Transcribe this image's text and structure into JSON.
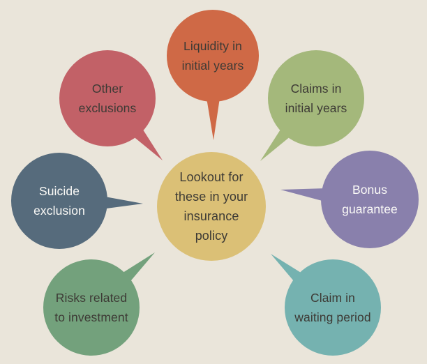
{
  "background_color": "#eae5da",
  "title": "Insurance policy lookout diagram",
  "center": {
    "lines": [
      "Lookout for",
      "these in your",
      "insurance",
      "policy"
    ],
    "color": "#dbc076",
    "text_color": "#3d3a35"
  },
  "bubbles": [
    {
      "id": "liquidity",
      "position": "top",
      "lines": [
        "Liquidity in",
        "initial years"
      ],
      "color": "#cf6946",
      "text_color": "#3d3a35"
    },
    {
      "id": "claims",
      "position": "top-right",
      "lines": [
        "Claims in",
        "initial years"
      ],
      "color": "#a4b87b",
      "text_color": "#3d3a35"
    },
    {
      "id": "bonus",
      "position": "right",
      "lines": [
        "Bonus",
        "guarantee"
      ],
      "color": "#8980ac",
      "text_color": "#fbfaf7"
    },
    {
      "id": "claim-waiting",
      "position": "bottom-right",
      "lines": [
        "Claim in",
        "waiting period"
      ],
      "color": "#75b2b0",
      "text_color": "#3d3a35"
    },
    {
      "id": "risks",
      "position": "bottom-left",
      "lines": [
        "Risks related",
        "to investment"
      ],
      "color": "#73a17c",
      "text_color": "#3d3a35"
    },
    {
      "id": "suicide",
      "position": "left",
      "lines": [
        "Suicide",
        "exclusion"
      ],
      "color": "#566b7c",
      "text_color": "#fbfaf7"
    },
    {
      "id": "other",
      "position": "top-left",
      "lines": [
        "Other",
        "exclusions"
      ],
      "color": "#c26167",
      "text_color": "#3d3a35"
    }
  ]
}
